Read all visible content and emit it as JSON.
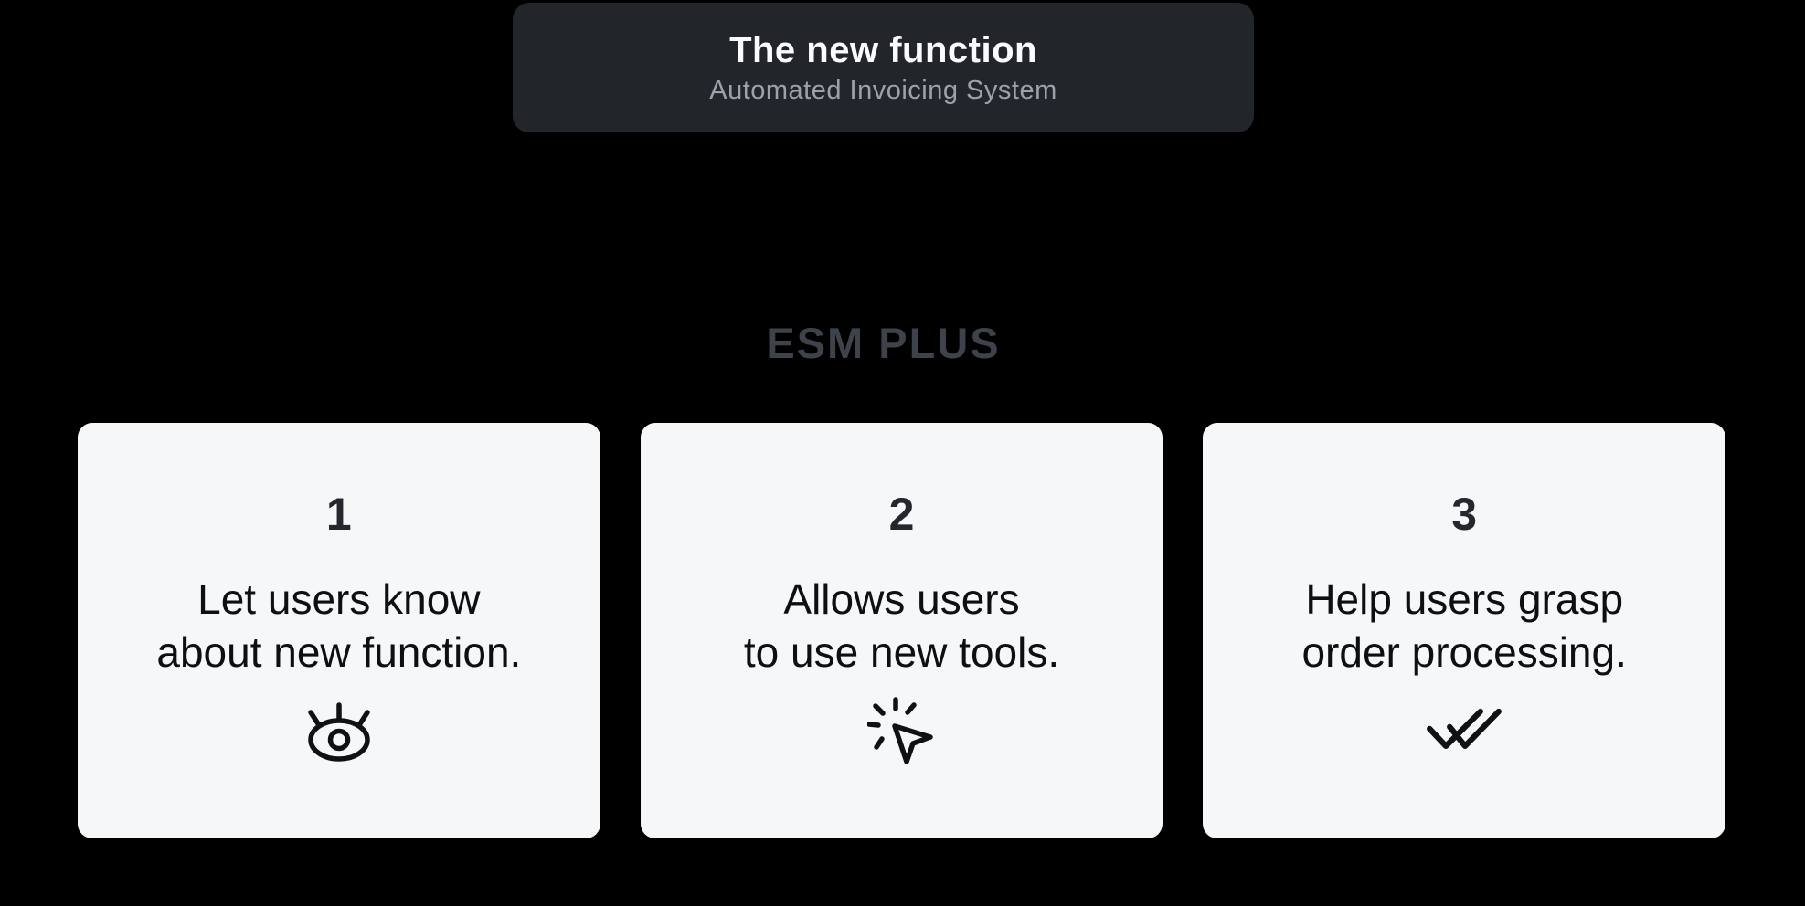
{
  "header": {
    "title": "The new function",
    "subtitle": "Automated Invoicing System"
  },
  "section_label": "ESM PLUS",
  "cards": [
    {
      "number": "1",
      "line1": "Let users know",
      "line2": "about new function.",
      "icon": "eye-icon"
    },
    {
      "number": "2",
      "line1": "Allows users",
      "line2": "to use new tools.",
      "icon": "cursor-click-icon"
    },
    {
      "number": "3",
      "line1": "Help users grasp",
      "line2": "order processing.",
      "icon": "double-check-icon"
    }
  ],
  "colors": {
    "background": "#000000",
    "header_bg": "#22252a",
    "title_color": "#fafbfc",
    "subtitle_color": "#9aa2ab",
    "section_label_color": "#3d424b",
    "card_bg": "#f6f7f9",
    "number_color": "#24272c",
    "body_color": "#0e0f11",
    "icon_stroke": "#101114"
  }
}
